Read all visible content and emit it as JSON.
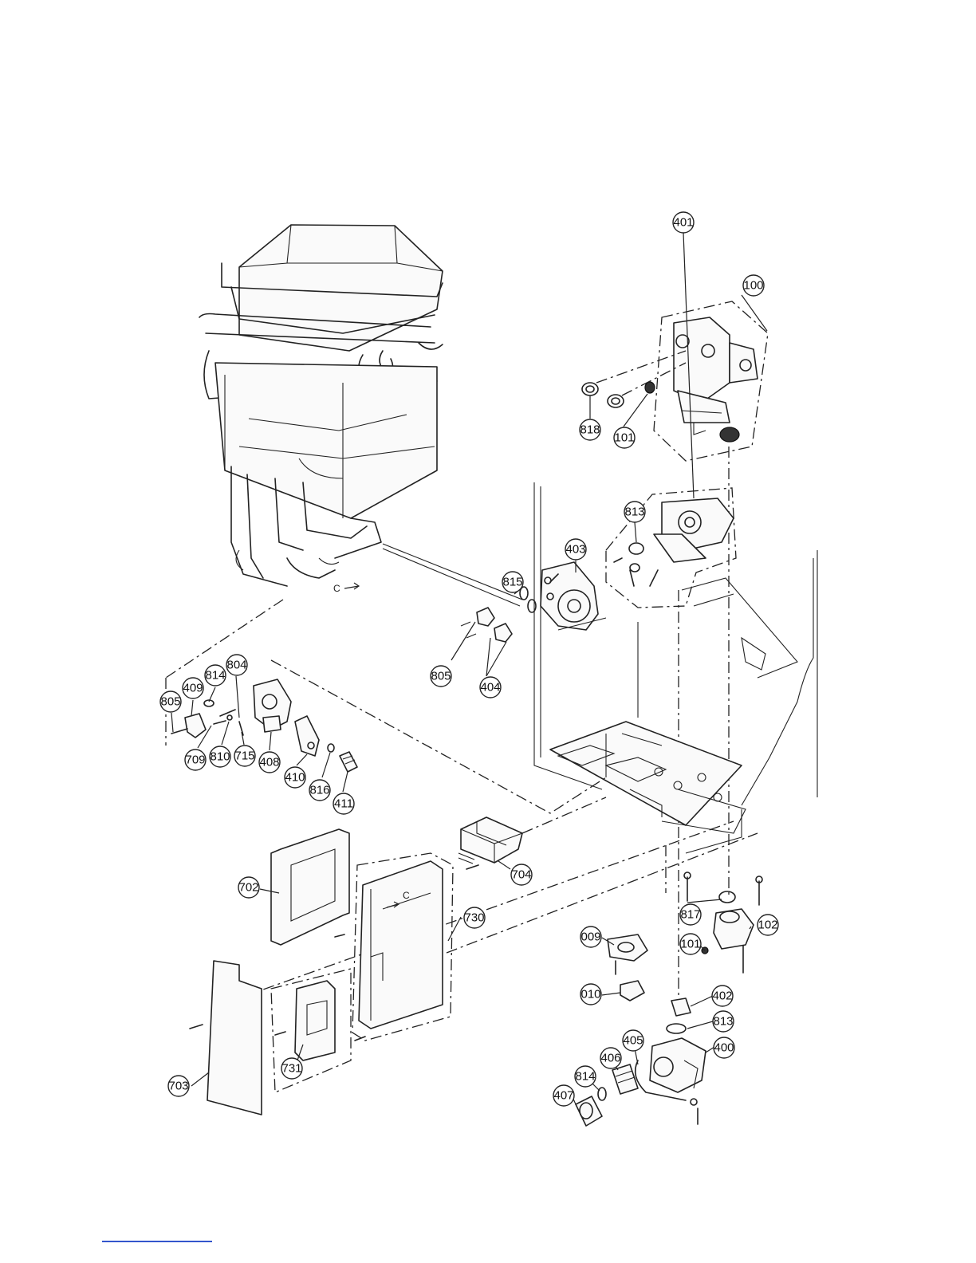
{
  "diagram": {
    "type": "exploded parts diagram",
    "part_callouts": [
      {
        "id": "c100",
        "label": "100"
      },
      {
        "id": "c818",
        "label": "818"
      },
      {
        "id": "c101a",
        "label": "101"
      },
      {
        "id": "c401",
        "label": "401"
      },
      {
        "id": "c813a",
        "label": "813"
      },
      {
        "id": "c403",
        "label": "403"
      },
      {
        "id": "c815",
        "label": "815"
      },
      {
        "id": "c805a",
        "label": "805"
      },
      {
        "id": "c404",
        "label": "404"
      },
      {
        "id": "c804",
        "label": "804"
      },
      {
        "id": "c814a",
        "label": "814"
      },
      {
        "id": "c409",
        "label": "409"
      },
      {
        "id": "c805b",
        "label": "805"
      },
      {
        "id": "c709",
        "label": "709"
      },
      {
        "id": "c810",
        "label": "810"
      },
      {
        "id": "c715",
        "label": "715"
      },
      {
        "id": "c408",
        "label": "408"
      },
      {
        "id": "c410",
        "label": "410"
      },
      {
        "id": "c816",
        "label": "816"
      },
      {
        "id": "c411",
        "label": "411"
      },
      {
        "id": "c702",
        "label": "702"
      },
      {
        "id": "c704",
        "label": "704"
      },
      {
        "id": "c730",
        "label": "730"
      },
      {
        "id": "c817",
        "label": "817"
      },
      {
        "id": "c102",
        "label": "102"
      },
      {
        "id": "c009",
        "label": "009"
      },
      {
        "id": "c101b",
        "label": "101"
      },
      {
        "id": "c010",
        "label": "010"
      },
      {
        "id": "c402",
        "label": "402"
      },
      {
        "id": "c813b",
        "label": "813"
      },
      {
        "id": "c405",
        "label": "405"
      },
      {
        "id": "c400",
        "label": "400"
      },
      {
        "id": "c406",
        "label": "406"
      },
      {
        "id": "c814b",
        "label": "814"
      },
      {
        "id": "c407",
        "label": "407"
      },
      {
        "id": "c731",
        "label": "731"
      },
      {
        "id": "c703",
        "label": "703"
      }
    ],
    "flow_markers": [
      {
        "id": "flow-top",
        "label": "C"
      },
      {
        "id": "flow-pcb",
        "label": "C"
      }
    ]
  }
}
